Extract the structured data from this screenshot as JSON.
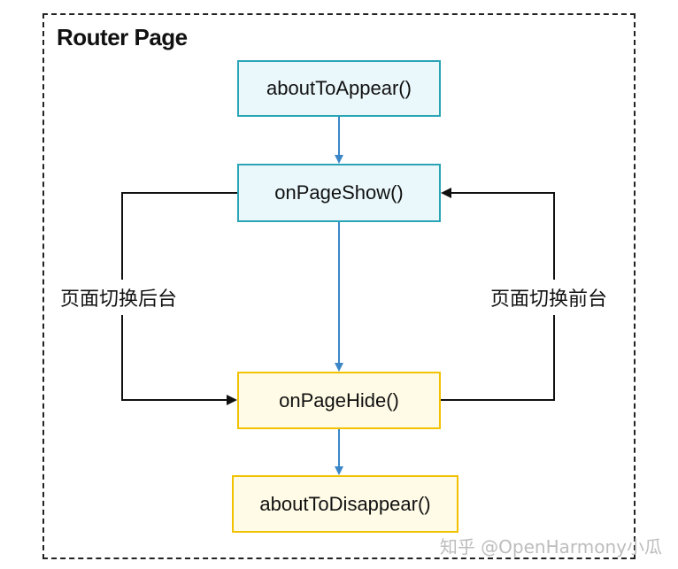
{
  "title": "Router Page",
  "nodes": {
    "about_to_appear": "aboutToAppear()",
    "on_page_show": "onPageShow()",
    "on_page_hide": "onPageHide()",
    "about_to_disappear": "aboutToDisappear()"
  },
  "labels": {
    "to_background": "页面切换后台",
    "to_foreground": "页面切换前台"
  },
  "watermark": "知乎 @OpenHarmony小瓜",
  "colors": {
    "lifecycle_arrow": "#3a86c8",
    "switch_arrow": "#111111",
    "blue_box_border": "#2aa5b6",
    "blue_box_fill": "#eaf8fb",
    "yellow_box_border": "#f2c200",
    "yellow_box_fill": "#fffbe6"
  }
}
